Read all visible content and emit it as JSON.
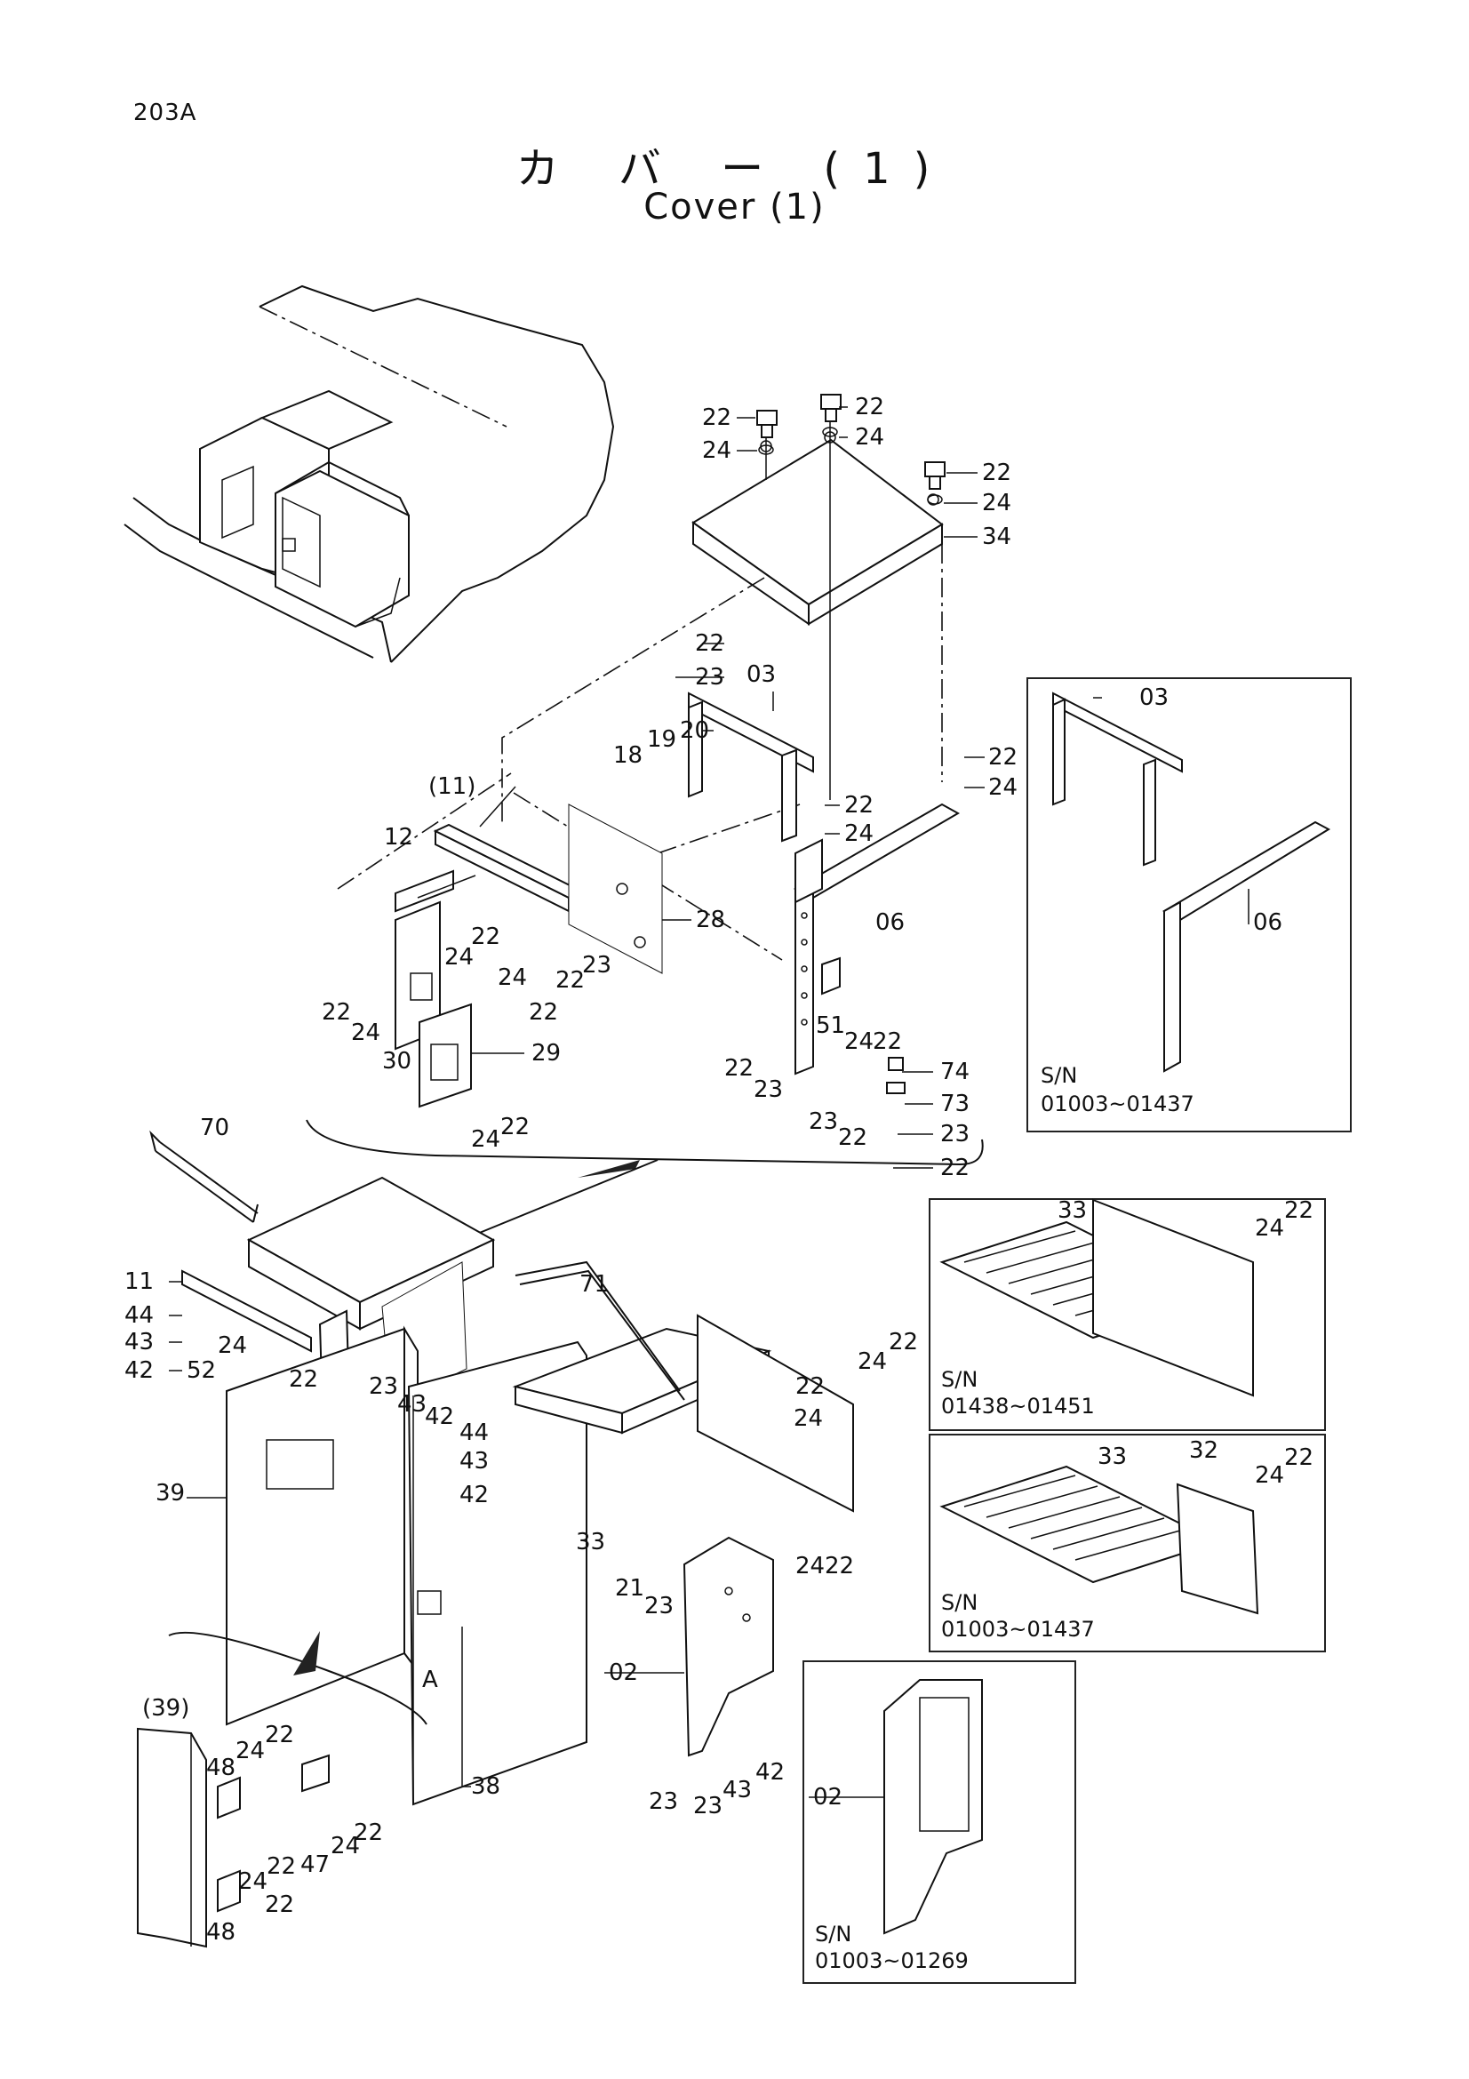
{
  "page_number": "203A",
  "title_jp": "カ バ ー (1)",
  "title_en": "Cover (1)",
  "insets": [
    {
      "id": "inset-1",
      "sn_label": "S/N",
      "sn_range": "01003~01437"
    },
    {
      "id": "inset-2",
      "sn_label": "S/N",
      "sn_range": "01438~01451"
    },
    {
      "id": "inset-3",
      "sn_label": "S/N",
      "sn_range": "01003~01437"
    },
    {
      "id": "inset-4",
      "sn_label": "S/N",
      "sn_range": "01003~01269"
    }
  ],
  "callouts": [
    "22",
    "24",
    "22",
    "24",
    "22",
    "24",
    "34",
    "22",
    "23",
    "03",
    "20",
    "19",
    "18",
    "(11)",
    "12",
    "24",
    "22",
    "24",
    "22",
    "22",
    "24",
    "30",
    "29",
    "24",
    "22",
    "28",
    "23",
    "22",
    "22",
    "24",
    "22",
    "24",
    "06",
    "51",
    "24",
    "22",
    "22",
    "23",
    "74",
    "73",
    "23",
    "22",
    "23",
    "22",
    "03",
    "06",
    "70",
    "11",
    "44",
    "43",
    "42",
    "52",
    "24",
    "22",
    "23",
    "43",
    "42",
    "39",
    "71",
    "44",
    "43",
    "42",
    "33",
    "22",
    "24",
    "24",
    "22",
    "21",
    "23",
    "24",
    "22",
    "02",
    "23",
    "23",
    "43",
    "42",
    "38",
    "A",
    "33",
    "24",
    "22",
    "33",
    "32",
    "24",
    "22",
    "(39)",
    "48",
    "24",
    "22",
    "22",
    "47",
    "24",
    "22",
    "24",
    "22",
    "48",
    "02"
  ]
}
